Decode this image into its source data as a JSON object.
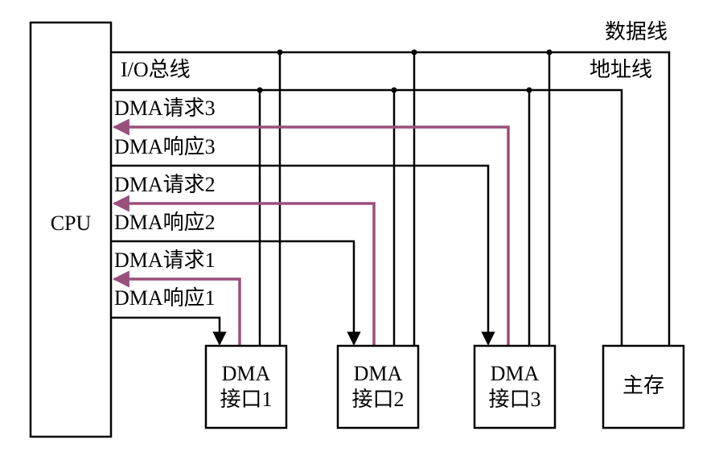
{
  "cpu": {
    "label": "CPU"
  },
  "buses": {
    "data_line": "数据线",
    "io_bus": "I/O总线",
    "address_line": "地址线"
  },
  "signals": [
    {
      "label": "DMA请求3"
    },
    {
      "label": "DMA响应3"
    },
    {
      "label": "DMA请求2"
    },
    {
      "label": "DMA响应2"
    },
    {
      "label": "DMA请求1"
    },
    {
      "label": "DMA响应1"
    }
  ],
  "interfaces": [
    {
      "line1": "DMA",
      "line2": "接口1"
    },
    {
      "line1": "DMA",
      "line2": "接口2"
    },
    {
      "line1": "DMA",
      "line2": "接口3"
    }
  ],
  "memory": {
    "label": "主存"
  },
  "colors": {
    "request_line": "#9b4f7b",
    "line": "#000000"
  }
}
